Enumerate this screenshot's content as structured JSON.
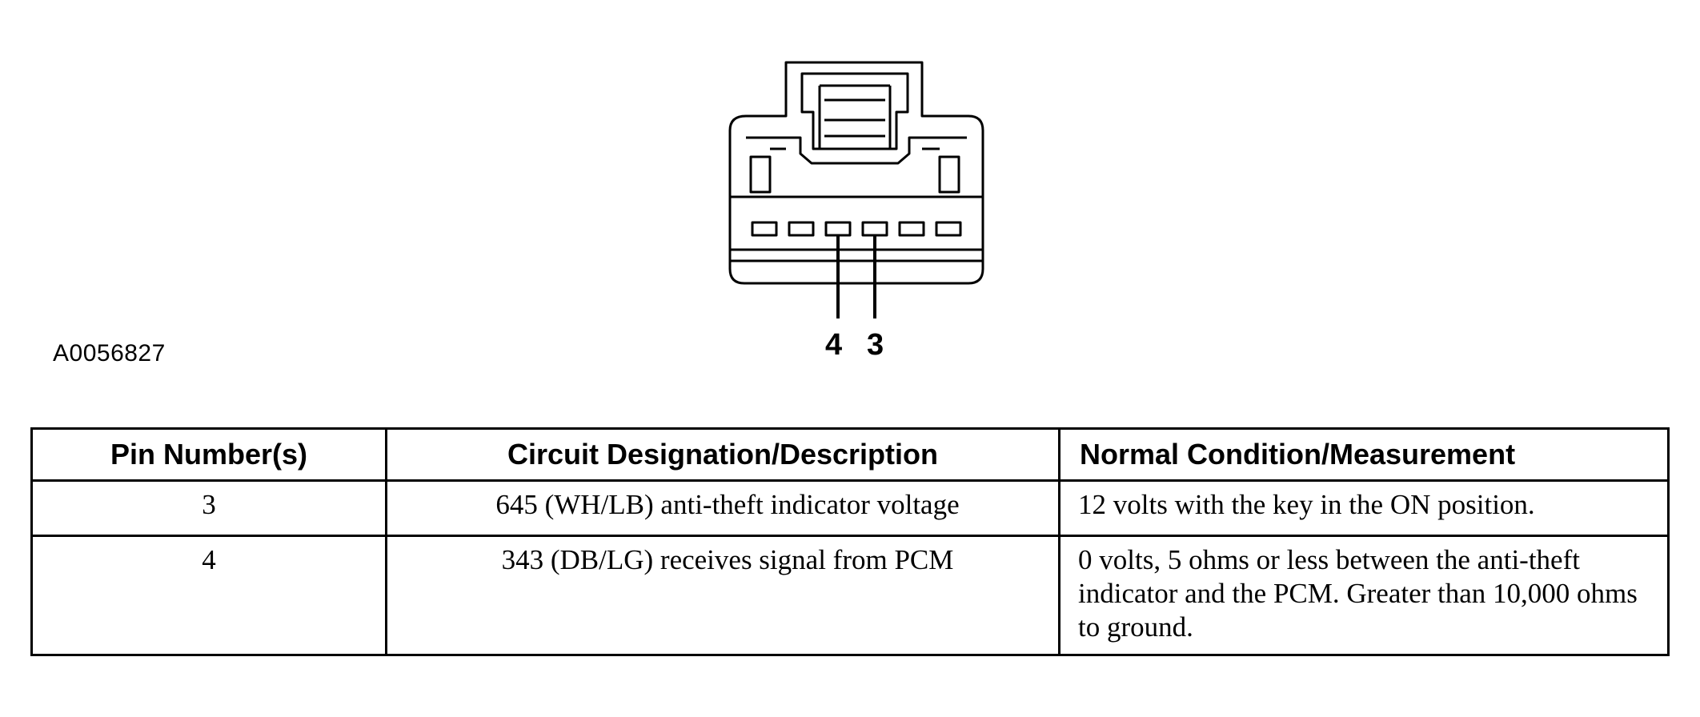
{
  "figure": {
    "id": "A0056827",
    "pin_labels": [
      "4",
      "3"
    ]
  },
  "table": {
    "headers": [
      "Pin Number(s)",
      "Circuit Designation/Description",
      "Normal Condition/Measurement"
    ],
    "rows": [
      {
        "pin": "3",
        "circuit": "645 (WH/LB) anti-theft indicator voltage",
        "condition": "12 volts with the key in the ON position."
      },
      {
        "pin": "4",
        "circuit": "343 (DB/LG) receives signal from PCM",
        "condition": "0 volts, 5 ohms or less between the anti-theft indicator and the PCM. Greater than 10,000 ohms to ground."
      }
    ]
  }
}
